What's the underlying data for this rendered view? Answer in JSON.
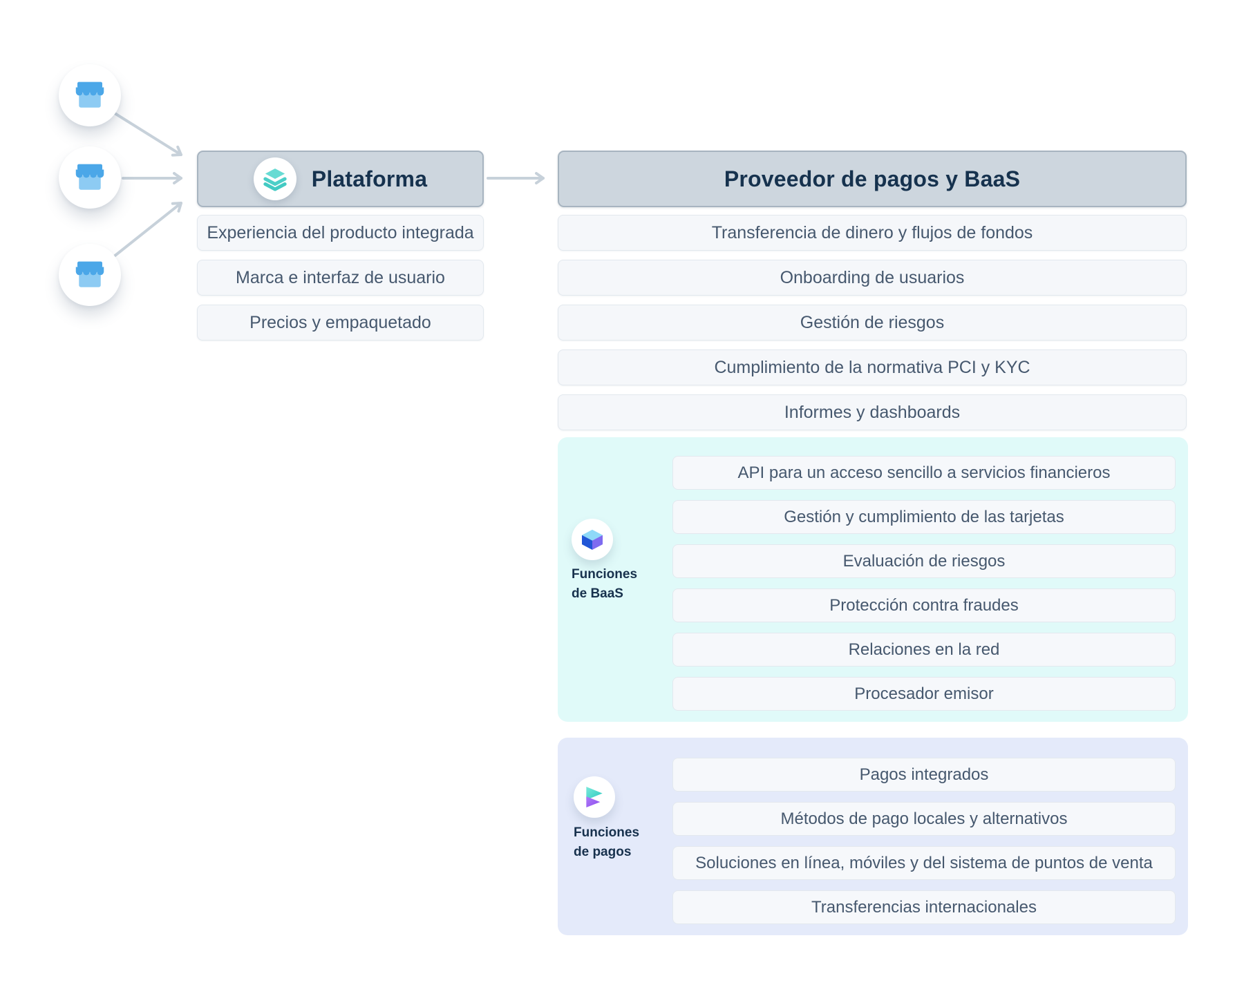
{
  "left": {
    "platform": {
      "title": "Plataforma",
      "items": [
        "Experiencia del producto integrada",
        "Marca e interfaz de usuario",
        "Precios y empaquetado"
      ]
    }
  },
  "right": {
    "title": "Proveedor de pagos y BaaS",
    "items": [
      "Transferencia de dinero y flujos de fondos",
      "Onboarding de usuarios",
      "Gestión de riesgos",
      "Cumplimiento de la normativa PCI y KYC",
      "Informes y dashboards"
    ],
    "baas": {
      "label": [
        "Funciones",
        "de BaaS"
      ],
      "items": [
        "API para un acceso sencillo a servicios financieros",
        "Gestión y cumplimiento de las tarjetas",
        "Evaluación de riesgos",
        "Protección contra fraudes",
        "Relaciones en la red",
        "Procesador emisor"
      ]
    },
    "payments": {
      "label": [
        "Funciones",
        "de pagos"
      ],
      "items": [
        "Pagos integrados",
        "Métodos de pago locales y alternativos",
        "Soluciones en línea, móviles y del sistema de puntos de venta",
        "Transferencias internacionales"
      ]
    }
  },
  "icons": {
    "merchant": "storefront-icon",
    "platform": "layers-icon",
    "baas": "cube-3d-icon",
    "payments": "payments-arrows-icon"
  },
  "colors": {
    "header_bg": "#cdd6de",
    "header_border": "#a7b4c0",
    "row_bg": "#f5f7fa",
    "row_border": "#e2e8ee",
    "baas_bg": "#e0faf9",
    "payments_bg": "#e4eafa",
    "arrow": "#c7d1da",
    "title_text": "#16324e",
    "row_text": "#46586e",
    "store_blue_dark": "#4ba7e8",
    "store_blue_light": "#8dcbf3",
    "layers_teal": "#57d5cd"
  }
}
